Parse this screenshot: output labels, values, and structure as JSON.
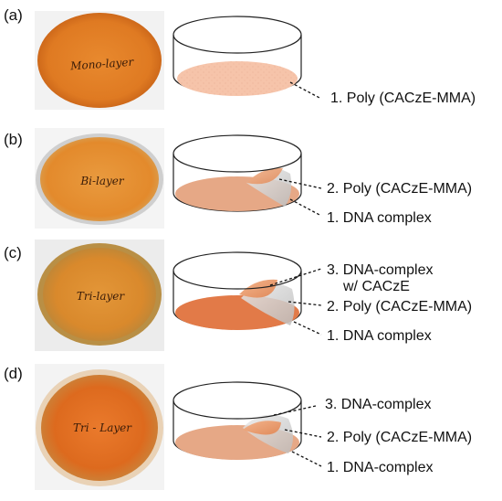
{
  "colors": {
    "film_orange": "#e07a3a",
    "film_peach": "#f2b38f",
    "film_light": "#f6cdb3",
    "dish_outline": "#222222"
  },
  "panels": [
    {
      "label": "(a)",
      "photo_text": "Mono-layer",
      "callouts": [
        "1. Poly (CACzE-MMA)"
      ]
    },
    {
      "label": "(b)",
      "photo_text": "Bi-layer",
      "callouts": [
        "2. Poly (CACzE-MMA)",
        "1. DNA complex"
      ]
    },
    {
      "label": "(c)",
      "photo_text": "Tri-layer",
      "callouts": [
        "3. DNA-complex",
        "w/ CACzE",
        "2. Poly (CACzE-MMA)",
        "1. DNA complex"
      ]
    },
    {
      "label": "(d)",
      "photo_text": "Tri - Layer",
      "callouts": [
        "3. DNA-complex",
        "2. Poly (CACzE-MMA)",
        "1. DNA-complex"
      ]
    }
  ]
}
